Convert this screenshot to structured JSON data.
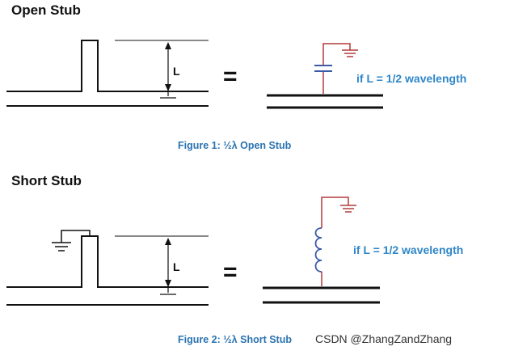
{
  "figure1": {
    "title": "Open Stub",
    "length_label": "L",
    "equals": "=",
    "condition": "if L = 1/2 wavelength",
    "caption": "Figure 1: ½λ Open Stub"
  },
  "figure2": {
    "title": "Short Stub",
    "length_label": "L",
    "equals": "=",
    "condition": "if L = 1/2 wavelength",
    "caption": "Figure 2: ½λ Short Stub"
  },
  "watermark": "CSDN @ZhangZandZhang",
  "colors": {
    "line": "#111111",
    "component": "#b23a3a",
    "text_accent": "#2f86c8",
    "caption": "#2a73b0"
  }
}
